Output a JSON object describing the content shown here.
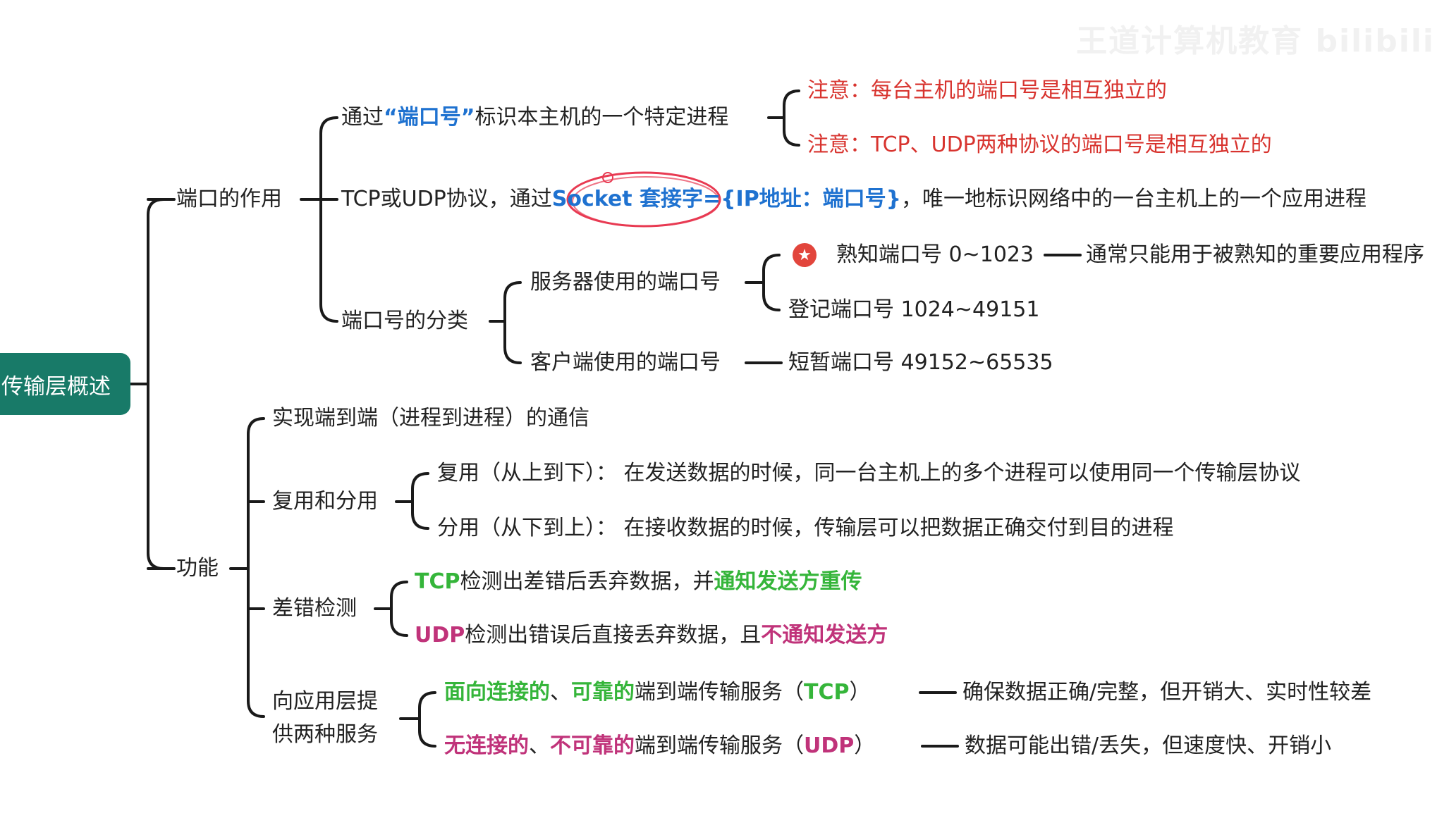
{
  "watermark": "王道计算机教育 bilibili",
  "root": "传输层概述",
  "port_role": {
    "label": "端口的作用",
    "identify": {
      "pre": "通过",
      "highlight": "“端口号”",
      "post": "标识本主机的一个特定进程",
      "note1": "注意：每台主机的端口号是相互独立的",
      "note2": "注意：TCP、UDP两种协议的端口号是相互独立的"
    },
    "socket": {
      "pre": "TCP或UDP协议，通过",
      "highlight": "Socket 套接字={IP地址：端口号}",
      "post": "，唯一地标识网络中的一台主机上的一个应用进程"
    },
    "classify": {
      "label": "端口号的分类",
      "server": {
        "label": "服务器使用的端口号",
        "well_known": "熟知端口号 0~1023",
        "well_known_note": "通常只能用于被熟知的重要应用程序",
        "registered": "登记端口号 1024~49151"
      },
      "client": {
        "label": "客户端使用的端口号",
        "ephemeral": "短暂端口号 49152~65535"
      }
    }
  },
  "function": {
    "label": "功能",
    "e2e": "实现端到端（进程到进程）的通信",
    "mux": {
      "label": "复用和分用",
      "multiplex": "复用（从上到下）： 在发送数据的时候，同一台主机上的多个进程可以使用同一个传输层协议",
      "demultiplex": "分用（从下到上）： 在接收数据的时候，传输层可以把数据正确交付到目的进程"
    },
    "error": {
      "label": "差错检测",
      "tcp_a": "TCP",
      "tcp_b": "检测出差错后丢弃数据，并",
      "tcp_c": "通知发送方重传",
      "udp_a": "UDP",
      "udp_b": "检测出错误后直接丢弃数据，且",
      "udp_c": "不通知发送方"
    },
    "services": {
      "label_line1": "向应用层提",
      "label_line2": "供两种服务",
      "tcp_a": "面向连接的",
      "tcp_sep": "、",
      "tcp_b": "可靠的",
      "tcp_c": "端到端传输服务（",
      "tcp_d": "TCP",
      "tcp_e": "）",
      "tcp_note": "确保数据正确/完整，但开销大、实时性较差",
      "udp_a": "无连接的",
      "udp_sep": "、",
      "udp_b": "不可靠的",
      "udp_c": "端到端传输服务（",
      "udp_d": "UDP",
      "udp_e": "）",
      "udp_note": "数据可能出错/丢失，但速度快、开销小"
    }
  },
  "colors": {
    "root_bg": "#187a68",
    "highlight_blue": "#1f72d0",
    "note_red": "#d8342f",
    "reliable_green": "#35b53a",
    "unreliable_magenta": "#c0337a",
    "annotation_circle": "#e83a52"
  },
  "icons": {
    "star": "star-badge-icon",
    "annotation": "hand-drawn-circle-annotation"
  }
}
